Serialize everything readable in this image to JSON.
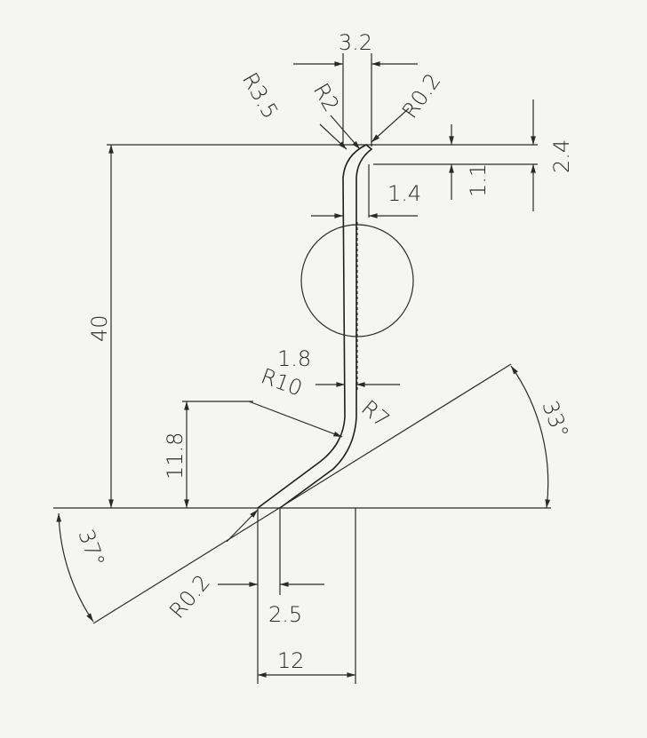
{
  "drawing": {
    "dimensions": {
      "top_width": "3.2",
      "radius_outer_top": "R3.5",
      "radius_inner_top": "R2",
      "radius_tip_top": "R0.2",
      "top_height": "2.4",
      "top_offset_height": "1.1",
      "top_offset_width": "1.4",
      "overall_height": "40",
      "wall_thickness": "1.8",
      "radius_bend_outer": "R10",
      "radius_bend_inner": "R7",
      "right_angle": "33°",
      "bend_height": "11.8",
      "left_angle": "37°",
      "radius_tip_bottom": "R0.2",
      "bottom_width": "2.5",
      "overall_width": "12"
    }
  }
}
